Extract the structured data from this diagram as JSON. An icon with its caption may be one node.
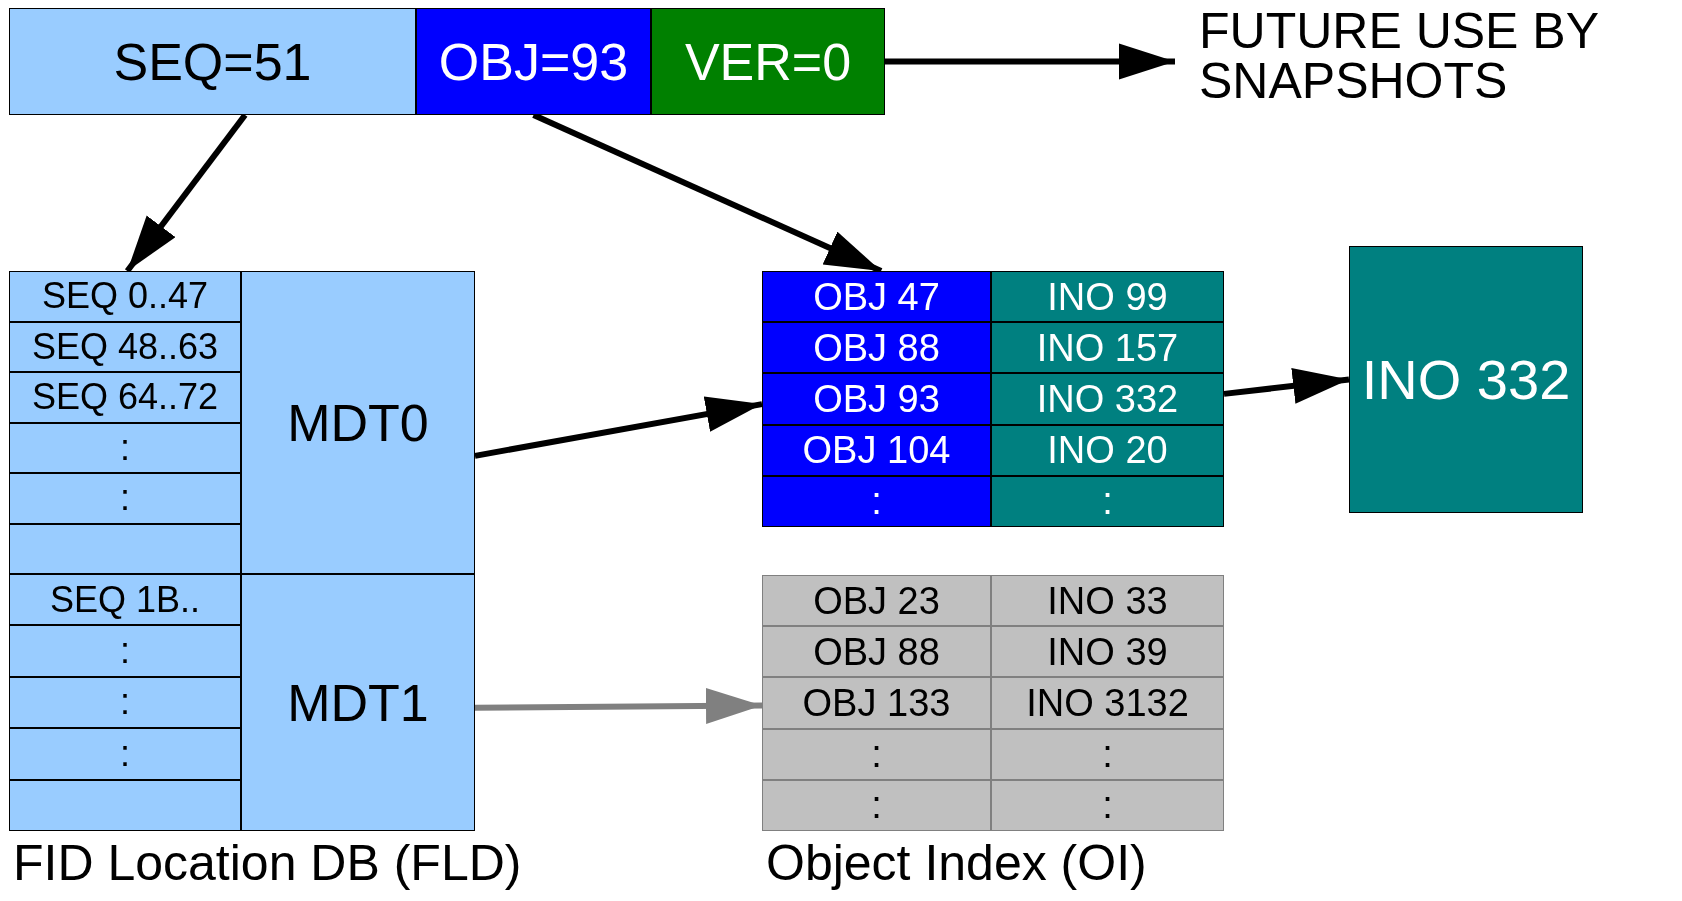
{
  "diagram": {
    "nodes": [
      {
        "text": [
          "SEQ=51"
        ]
      },
      {
        "text": [
          "OBJ=93"
        ]
      },
      {
        "text": [
          "VER=0"
        ]
      },
      {
        "text": [
          "FUTURE USE BY SNAPSHOTS"
        ]
      },
      {
        "text": [
          "FID Location DB (FLD)"
        ]
      },
      {
        "text": [
          "SEQ 0..47"
        ],
        "in": 4
      },
      {
        "text": [
          "SEQ 48..63"
        ],
        "in": 4
      },
      {
        "text": [
          "SEQ 64..72"
        ],
        "in": 4
      },
      {
        "text": [
          ":"
        ],
        "in": 4
      },
      {
        "text": [
          ":"
        ],
        "in": 4
      },
      {
        "text": [],
        "shape": "box",
        "in": 4
      },
      {
        "text": [
          "MDT0"
        ],
        "in": 4
      },
      {
        "text": [
          "SEQ 1B.."
        ],
        "in": 4
      },
      {
        "text": [
          ":"
        ],
        "in": 4
      },
      {
        "text": [
          ":"
        ],
        "in": 4
      },
      {
        "text": [
          ":"
        ],
        "in": 4
      },
      {
        "text": [],
        "shape": "box",
        "in": 4
      },
      {
        "text": [
          "MDT1"
        ],
        "in": 4
      },
      {
        "text": [
          "Object Index (OI)"
        ]
      },
      {
        "text": [
          "OBJ 47"
        ],
        "in": 18
      },
      {
        "text": [
          "INO 99"
        ],
        "in": 18
      },
      {
        "text": [
          "OBJ 88"
        ],
        "in": 18
      },
      {
        "text": [
          "INO 157"
        ],
        "in": 18
      },
      {
        "text": [
          "OBJ 93"
        ],
        "in": 18
      },
      {
        "text": [
          "INO 332"
        ],
        "in": 18
      },
      {
        "text": [
          "OBJ 104"
        ],
        "in": 18
      },
      {
        "text": [
          "INO 20"
        ],
        "in": 18
      },
      {
        "text": [
          ":"
        ],
        "in": 18
      },
      {
        "text": [
          ":"
        ],
        "in": 18
      },
      {
        "text": [
          "OBJ 23"
        ],
        "in": 18
      },
      {
        "text": [
          "INO 33"
        ],
        "in": 18
      },
      {
        "text": [
          "OBJ 88"
        ],
        "in": 18
      },
      {
        "text": [
          "INO 39"
        ],
        "in": 18
      },
      {
        "text": [
          "OBJ 133"
        ],
        "in": 18
      },
      {
        "text": [
          "INO 3132"
        ],
        "in": 18
      },
      {
        "text": [
          ":"
        ],
        "in": 18
      },
      {
        "text": [
          ":"
        ],
        "in": 18
      },
      {
        "text": [
          ":"
        ],
        "in": 18
      },
      {
        "text": [
          ":"
        ],
        "in": 18
      },
      {
        "text": [
          "INO 332"
        ]
      }
    ],
    "edges": [
      {
        "from": 0,
        "to": 5,
        "arrow": "to"
      },
      {
        "from": 1,
        "to": 19,
        "arrow": "to"
      },
      {
        "from": 2,
        "to": 3,
        "arrow": "to"
      },
      {
        "from": 11,
        "to": 23,
        "arrow": "to"
      },
      {
        "from": 17,
        "to": 33,
        "arrow": "to",
        "color": "#808080"
      },
      {
        "from": 24,
        "to": 39,
        "arrow": "to"
      }
    ]
  }
}
